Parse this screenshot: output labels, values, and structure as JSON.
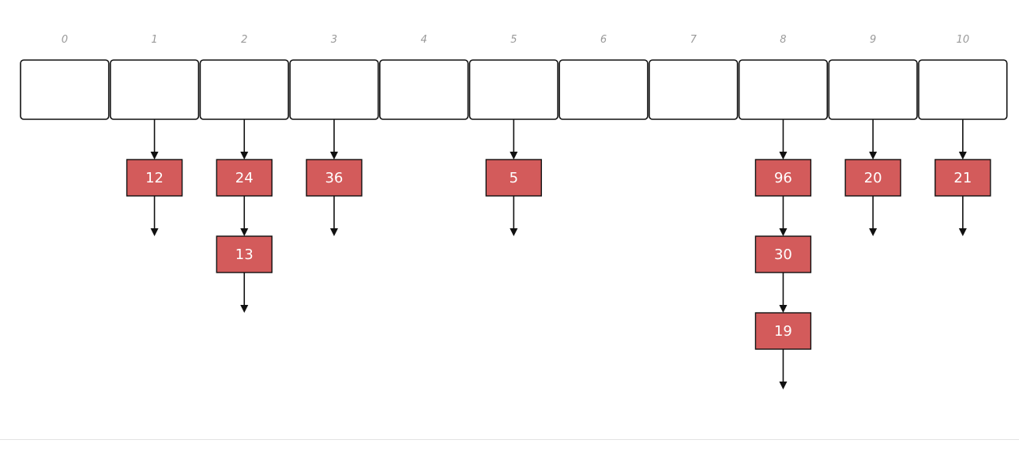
{
  "hash_table": {
    "buckets": [
      {
        "index": "0",
        "chain": []
      },
      {
        "index": "1",
        "chain": [
          "12"
        ]
      },
      {
        "index": "2",
        "chain": [
          "24",
          "13"
        ]
      },
      {
        "index": "3",
        "chain": [
          "36"
        ]
      },
      {
        "index": "4",
        "chain": []
      },
      {
        "index": "5",
        "chain": [
          "5"
        ]
      },
      {
        "index": "6",
        "chain": []
      },
      {
        "index": "7",
        "chain": []
      },
      {
        "index": "8",
        "chain": [
          "96",
          "30",
          "19"
        ]
      },
      {
        "index": "9",
        "chain": [
          "20"
        ]
      },
      {
        "index": "10",
        "chain": [
          "21"
        ]
      }
    ]
  },
  "colors": {
    "node_fill": "#d35b5b",
    "stroke": "#111111",
    "index_label": "#9a9a9a"
  }
}
